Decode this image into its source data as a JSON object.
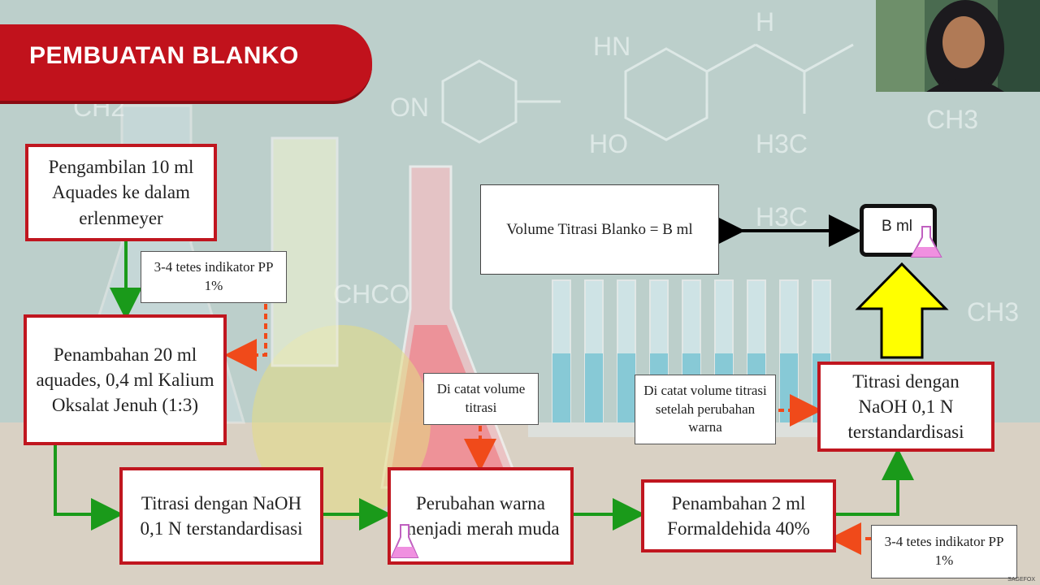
{
  "title": "PEMBUATAN BLANKO",
  "steps": {
    "s1": "Pengambilan 10 ml Aquades ke dalam erlenmeyer",
    "s2": "Penambahan 20 ml aquades, 0,4 ml Kalium Oksalat Jenuh (1:3)",
    "s3": "Titrasi dengan NaOH 0,1 N terstandardisasi",
    "s4": "Perubahan warna menjadi merah muda",
    "s5": "Penambahan 2 ml Formaldehida 40%",
    "s6": "Titrasi dengan NaOH 0,1 N terstandardisasi"
  },
  "notes": {
    "pp1": "3-4 tetes indikator PP 1%",
    "catat1": "Di catat volume titrasi",
    "catat2": "Di catat volume titrasi setelah perubahan warna",
    "pp2": "3-4 tetes indikator PP 1%"
  },
  "volume_box": "Volume Titrasi Blanko = B ml",
  "result_box": "B ml",
  "watermark": "SAGEFOX",
  "colors": {
    "banner": "#c1121c",
    "box_border": "#c0161f",
    "flow_arrow": "#1a9a1a",
    "dashed_arrow": "#f04a1a",
    "big_arrow": "#ffff00"
  }
}
